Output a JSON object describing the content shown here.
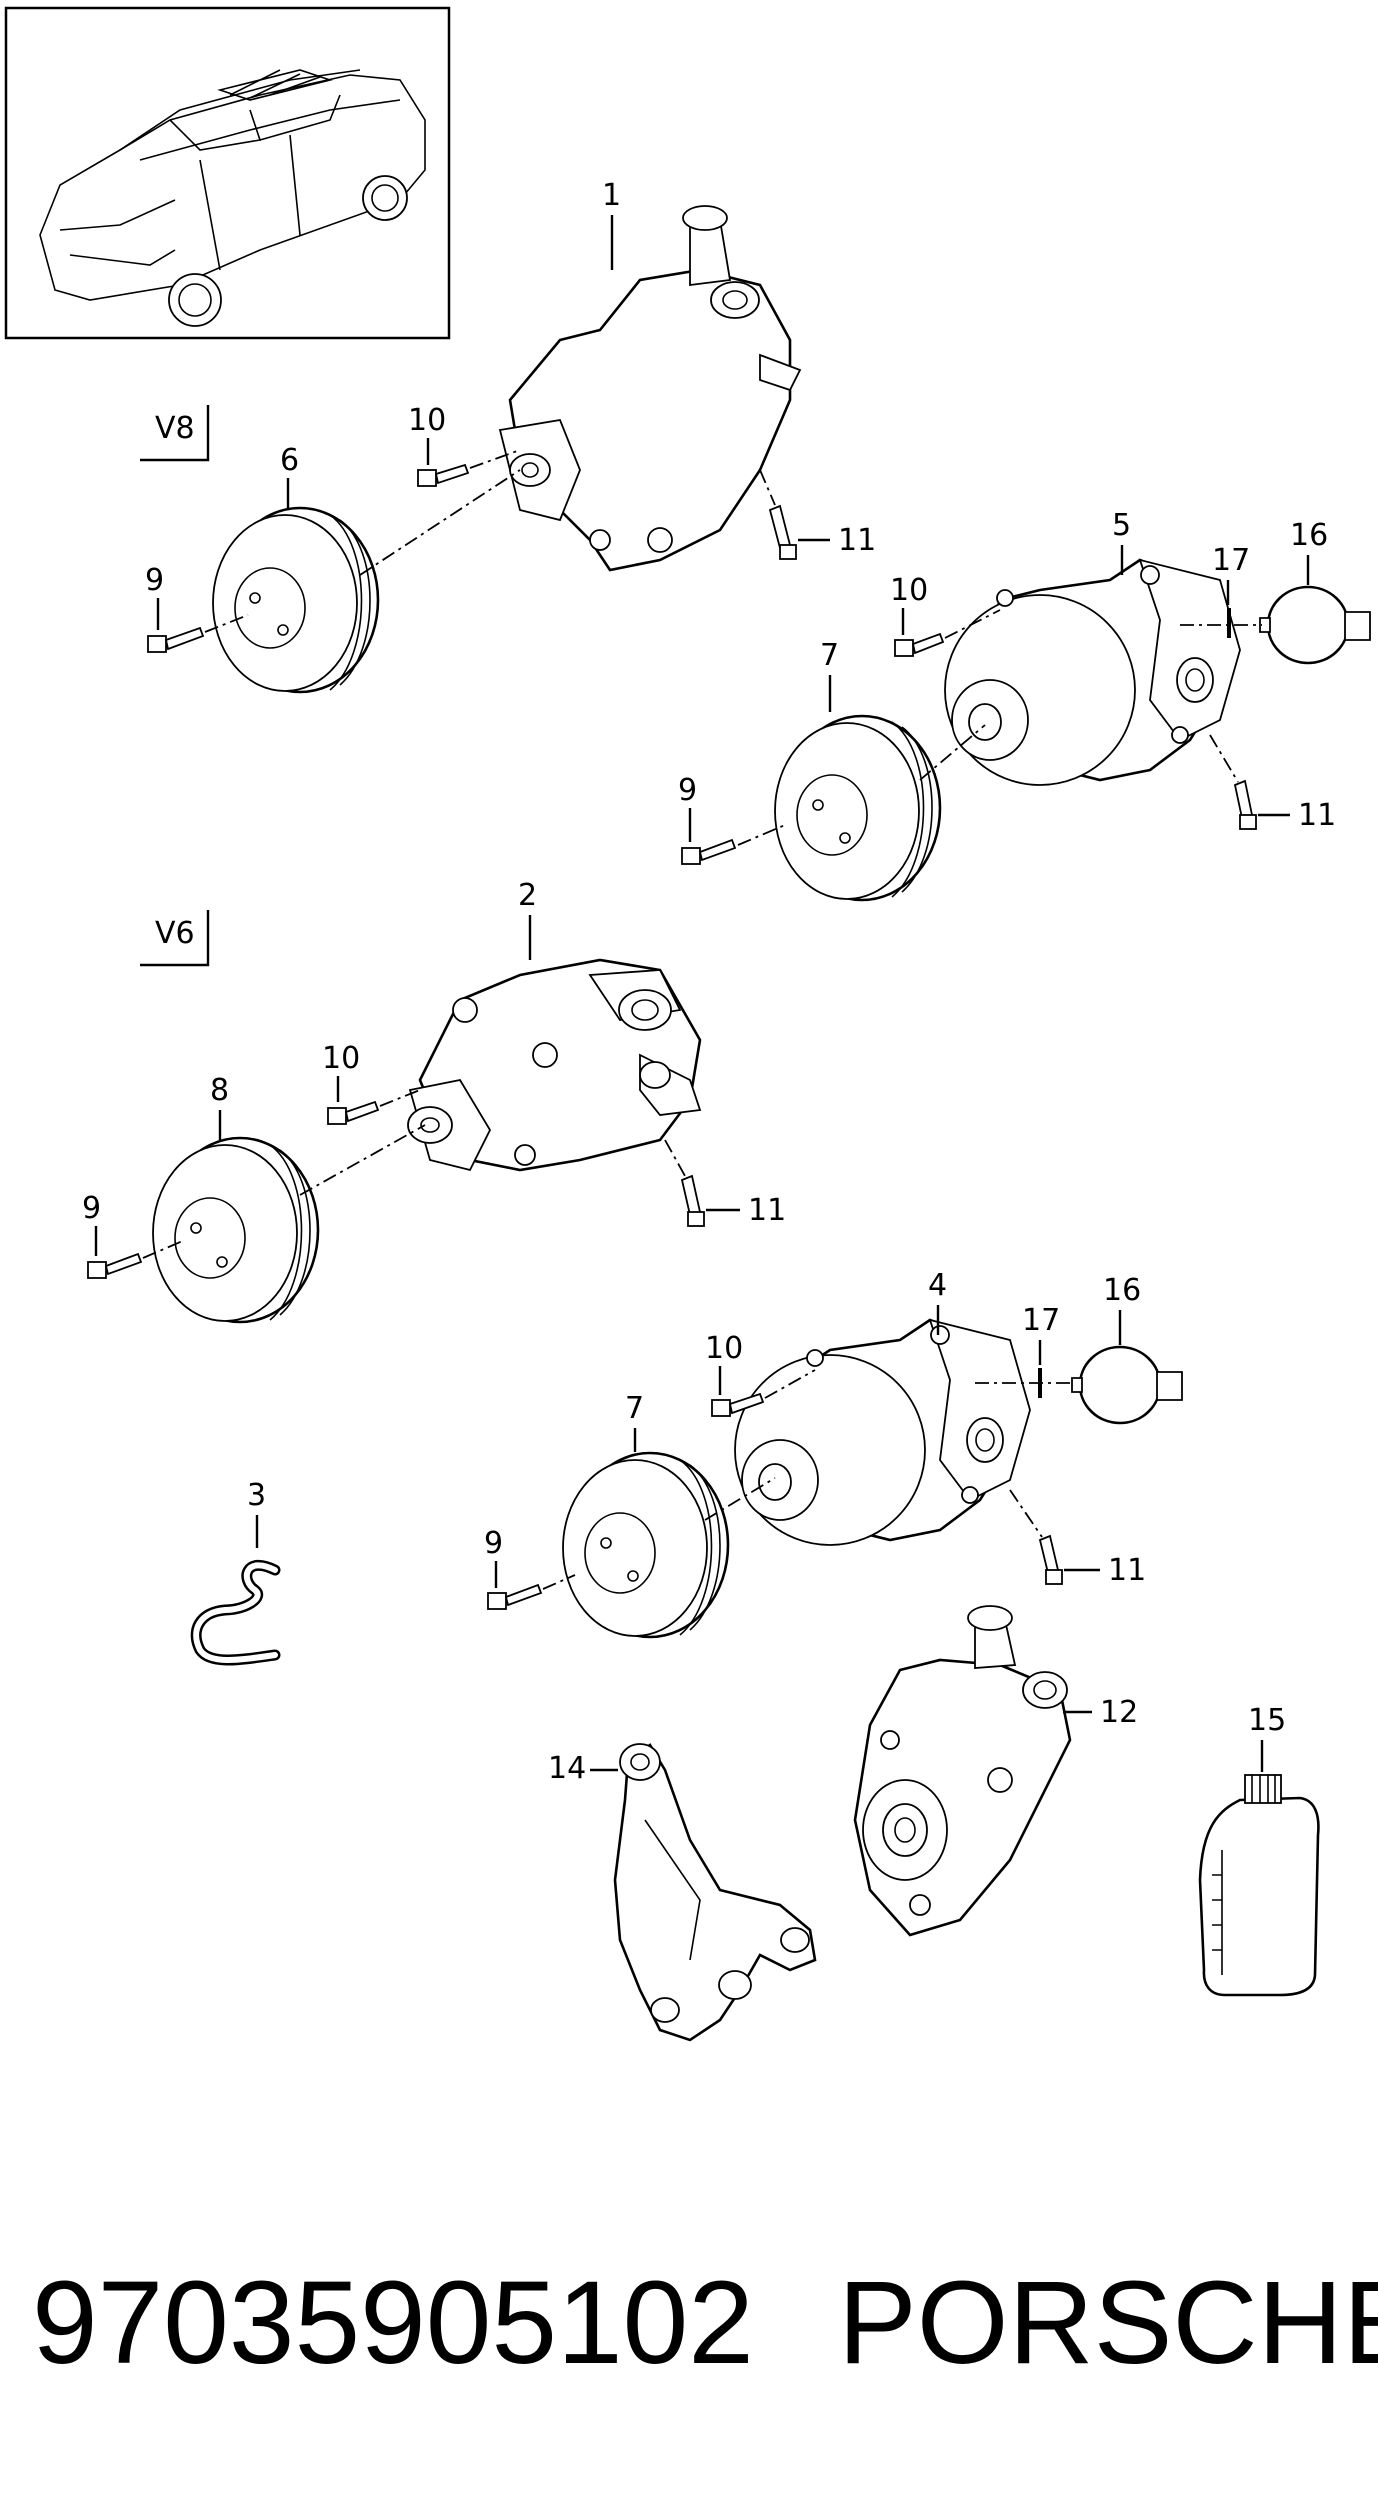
{
  "diagram": {
    "variants": [
      {
        "label": "V8"
      },
      {
        "label": "V6"
      }
    ],
    "callouts": {
      "c1": "1",
      "c2": "2",
      "c3": "3",
      "c4": "4",
      "c5": "5",
      "c6": "6",
      "c7a": "7",
      "c7b": "7",
      "c8": "8",
      "c9a": "9",
      "c9b": "9",
      "c9c": "9",
      "c9d": "9",
      "c10a": "10",
      "c10b": "10",
      "c10c": "10",
      "c10d": "10",
      "c11a": "11",
      "c11b": "11",
      "c11c": "11",
      "c11d": "11",
      "c12": "12",
      "c14": "14",
      "c15": "15",
      "c16a": "16",
      "c16b": "16",
      "c17a": "17",
      "c17b": "17"
    }
  },
  "footer": {
    "part_number": "97035905102",
    "brand": "PORSCHE"
  }
}
